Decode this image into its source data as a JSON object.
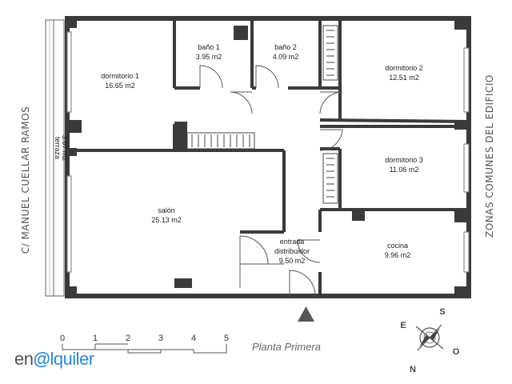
{
  "rooms": {
    "dormitorio1": {
      "name": "dormitorio 1",
      "area": "16.65 m2"
    },
    "bano1": {
      "name": "baño 1",
      "area": "3.95 m2"
    },
    "bano2": {
      "name": "baño 2",
      "area": "4.09 m2"
    },
    "dormitorio2": {
      "name": "dormitorio 2",
      "area": "12.51 m2"
    },
    "dormitorio3": {
      "name": "dormitorio 3",
      "area": "11.06 m2"
    },
    "salon": {
      "name": "salón",
      "area": "25.13 m2"
    },
    "entrada": {
      "name1": "entrada",
      "name2": "distribuidor",
      "area": "9.50 m2"
    },
    "cocina": {
      "name": "cocina",
      "area": "9.96 m2"
    },
    "terraza": {
      "name": "terraza",
      "area": "3.67 m2"
    }
  },
  "labels": {
    "street": "C/ MANUEL CUELLAR RAMOS",
    "common": "ZONAS COMUNES DEL EDIFICIO",
    "floor": "Planta Primera"
  },
  "scale": {
    "ticks": [
      "0",
      "1",
      "2",
      "3",
      "4",
      "5"
    ]
  },
  "compass": {
    "n": "N",
    "s": "S",
    "e": "E",
    "o": "O"
  },
  "logo": {
    "prefix": "en",
    "at": "@",
    "rest": "lquiler"
  },
  "colors": {
    "wall": "#3a3a3a",
    "line": "#555555",
    "brand": "#2a8bd6"
  }
}
